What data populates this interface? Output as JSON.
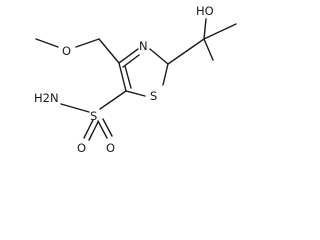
{
  "molecule": {
    "atoms": {
      "hydroxyl": "HO",
      "ether_oxygen": "O",
      "ring_nitrogen": "N",
      "ring_sulfur": "S",
      "amine": "H2N",
      "sulfonyl_sulfur": "S",
      "sulfonyl_oxygen_left": "O",
      "sulfonyl_oxygen_right": "O"
    }
  }
}
